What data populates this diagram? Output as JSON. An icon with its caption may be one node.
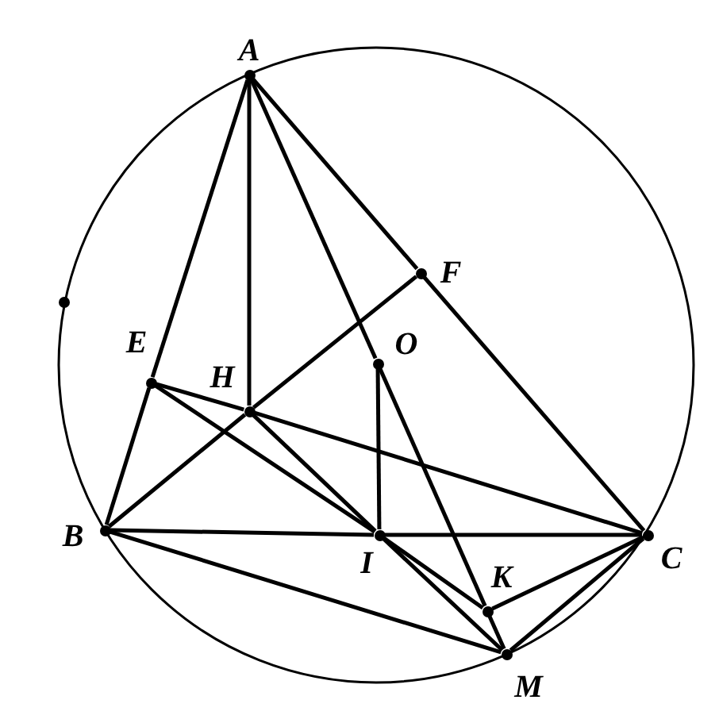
{
  "diagram": {
    "nodes": [
      {
        "text": [
          "A"
        ]
      },
      {
        "text": [
          "F"
        ]
      },
      {
        "text": [
          "E"
        ]
      },
      {
        "text": [
          "H"
        ]
      },
      {
        "text": [
          "O"
        ]
      },
      {
        "text": [
          "B"
        ]
      },
      {
        "text": [
          "I"
        ]
      },
      {
        "text": [
          "C"
        ]
      },
      {
        "text": [
          "K"
        ]
      },
      {
        "text": [
          "M"
        ]
      },
      {
        "text": [],
        "shape": "circle"
      }
    ],
    "edges": [
      {
        "from": 0,
        "to": 2,
        "arrow": "none"
      },
      {
        "from": 2,
        "to": 5,
        "arrow": "none"
      },
      {
        "from": 0,
        "to": 3,
        "arrow": "none"
      },
      {
        "from": 0,
        "to": 4,
        "arrow": "none"
      },
      {
        "from": 4,
        "to": 8,
        "arrow": "none"
      },
      {
        "from": 8,
        "to": 9,
        "arrow": "none"
      },
      {
        "from": 0,
        "to": 1,
        "arrow": "none"
      },
      {
        "from": 1,
        "to": 7,
        "arrow": "none"
      },
      {
        "from": 5,
        "to": 3,
        "arrow": "none"
      },
      {
        "from": 3,
        "to": 1,
        "arrow": "none"
      },
      {
        "from": 2,
        "to": 3,
        "arrow": "none"
      },
      {
        "from": 3,
        "to": 7,
        "arrow": "none"
      },
      {
        "from": 2,
        "to": 6,
        "arrow": "none"
      },
      {
        "from": 6,
        "to": 8,
        "arrow": "none"
      },
      {
        "from": 3,
        "to": 6,
        "arrow": "none"
      },
      {
        "from": 6,
        "to": 9,
        "arrow": "none"
      },
      {
        "from": 5,
        "to": 6,
        "arrow": "none"
      },
      {
        "from": 6,
        "to": 7,
        "arrow": "none"
      },
      {
        "from": 5,
        "to": 9,
        "arrow": "none"
      },
      {
        "from": 8,
        "to": 7,
        "arrow": "none"
      },
      {
        "from": 7,
        "to": 9,
        "arrow": "none"
      },
      {
        "from": 4,
        "to": 6,
        "arrow": "none"
      }
    ]
  }
}
